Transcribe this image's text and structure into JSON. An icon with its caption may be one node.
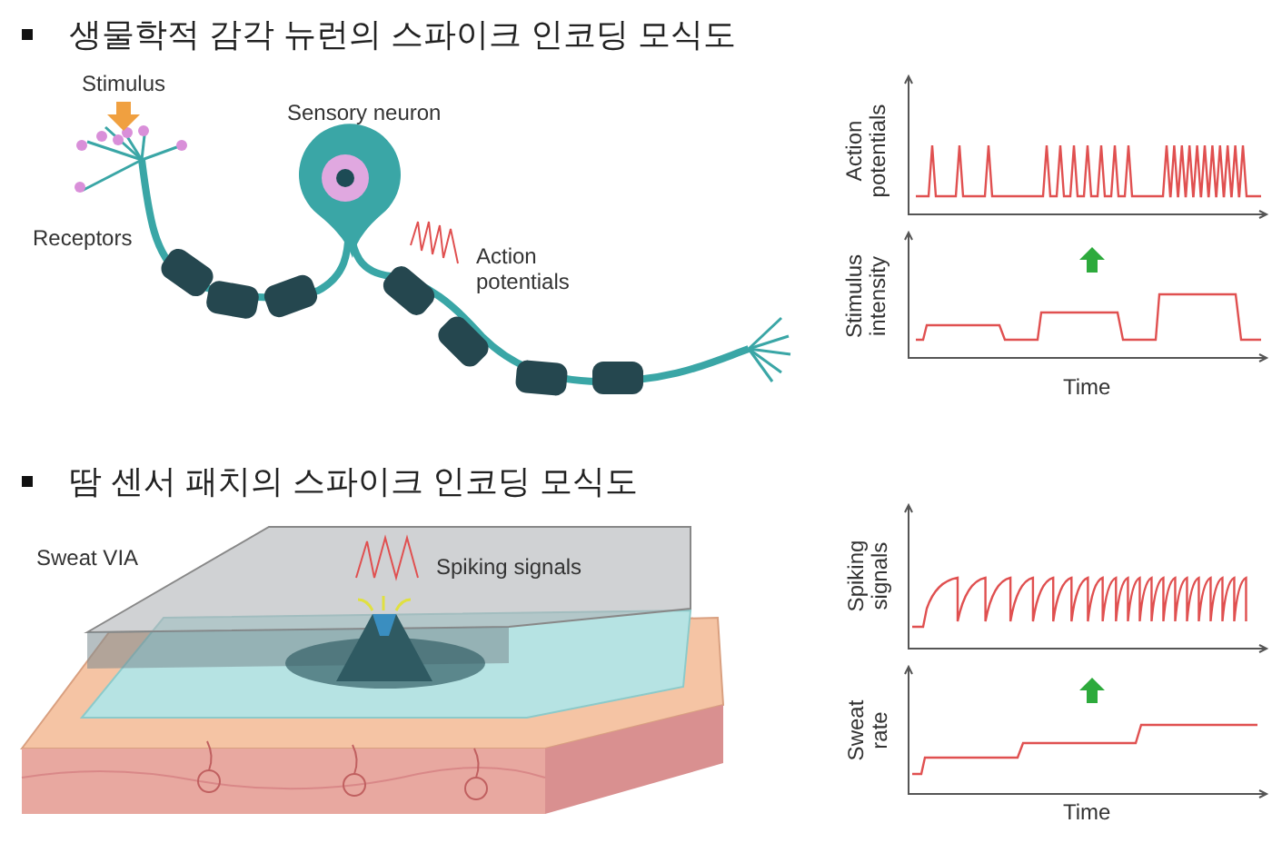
{
  "diagram": {
    "labels": [
      "생물학적 감각 뉴런의 스파이크 인코딩 모식도",
      "Stimulus",
      "Sensory neuron",
      "Receptors",
      "Action potentials",
      "Action potentials",
      "Stimulus intensity",
      "Time",
      "땀 센서 패치의 스파이크 인코딩 모식도",
      "Sweat VIA",
      "Spiking signals",
      "Spiking signals",
      "Sweat rate",
      "Time"
    ]
  }
}
